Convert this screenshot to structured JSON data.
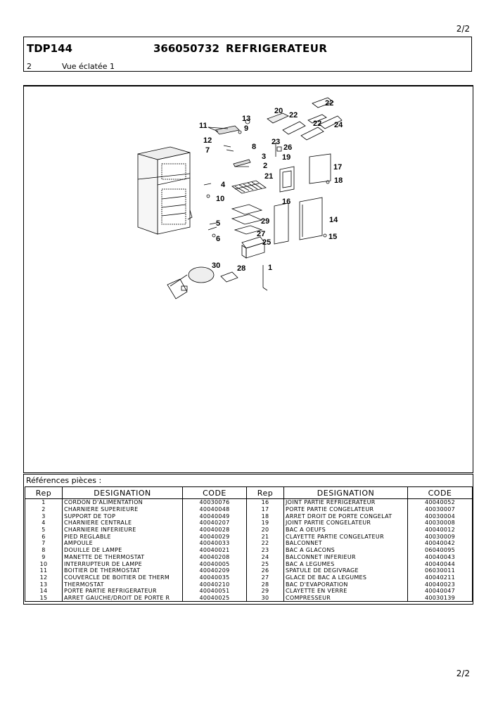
{
  "page": {
    "number_top": "2/2",
    "number_bottom": "2/2"
  },
  "header": {
    "model": "TDP144",
    "code": "366050732",
    "product": "REFRIGERATEUR",
    "index": "2",
    "view_title": "Vue éclatée 1"
  },
  "diagram": {
    "callouts": [
      "22",
      "20",
      "22",
      "13",
      "11",
      "9",
      "22",
      "24",
      "12",
      "23",
      "8",
      "26",
      "7",
      "3",
      "19",
      "17",
      "2",
      "21",
      "4",
      "18",
      "10",
      "16",
      "14",
      "5",
      "29",
      "15",
      "6",
      "27",
      "25",
      "30",
      "28",
      "1"
    ]
  },
  "references": {
    "title": "Références pièces  :",
    "headers": {
      "rep": "Rep",
      "designation": "DESIGNATION",
      "code": "CODE"
    },
    "rows": [
      {
        "rep1": "1",
        "des1": "CORDON D'ALIMENTATION",
        "code1": "40030076",
        "rep2": "16",
        "des2": "JOINT PARTIE REFRIGERATEUR",
        "code2": "40040052"
      },
      {
        "rep1": "2",
        "des1": "CHARNIERE SUPERIEURE",
        "code1": "40040048",
        "rep2": "17",
        "des2": "PORTE PARTIE CONGELATEUR",
        "code2": "40030007"
      },
      {
        "rep1": "3",
        "des1": "SUPPORT DE TOP",
        "code1": "40040049",
        "rep2": "18",
        "des2": "ARRET DROIT DE PORTE CONGELAT",
        "code2": "40030004"
      },
      {
        "rep1": "4",
        "des1": "CHARNIERE CENTRALE",
        "code1": "40040207",
        "rep2": "19",
        "des2": "JOINT PARTIE CONGELATEUR",
        "code2": "40030008"
      },
      {
        "rep1": "5",
        "des1": "CHARNIERE INFERIEURE",
        "code1": "40040028",
        "rep2": "20",
        "des2": "BAC A OEUFS",
        "code2": "40040012"
      },
      {
        "rep1": "6",
        "des1": "PIED REGLABLE",
        "code1": "40040029",
        "rep2": "21",
        "des2": "CLAYETTE PARTIE CONGELATEUR",
        "code2": "40030009"
      },
      {
        "rep1": "7",
        "des1": "AMPOULE",
        "code1": "40040033",
        "rep2": "22",
        "des2": "BALCONNET",
        "code2": "40040042"
      },
      {
        "rep1": "8",
        "des1": "DOUILLE DE LAMPE",
        "code1": "40040021",
        "rep2": "23",
        "des2": "BAC A GLACONS",
        "code2": "06040095"
      },
      {
        "rep1": "9",
        "des1": "MANETTE DE THERMOSTAT",
        "code1": "40040208",
        "rep2": "24",
        "des2": "BALCONNET INFERIEUR",
        "code2": "40040043"
      },
      {
        "rep1": "10",
        "des1": "INTERRUPTEUR  DE LAMPE",
        "code1": "40040005",
        "rep2": "25",
        "des2": "BAC A LEGUMES",
        "code2": "40040044"
      },
      {
        "rep1": "11",
        "des1": "BOITIER DE THERMOSTAT",
        "code1": "40040209",
        "rep2": "26",
        "des2": "SPATULE DE DEGIVRAGE",
        "code2": "06030011"
      },
      {
        "rep1": "12",
        "des1": "COUVERCLE DE BOITIER DE THERM",
        "code1": "40040035",
        "rep2": "27",
        "des2": "GLACE DE BAC A LEGUMES",
        "code2": "40040211"
      },
      {
        "rep1": "13",
        "des1": "THERMOSTAT",
        "code1": "40040210",
        "rep2": "28",
        "des2": "BAC D'EVAPORATION",
        "code2": "40040023"
      },
      {
        "rep1": "14",
        "des1": "PORTE PARTIE REFRIGERATEUR",
        "code1": "40040051",
        "rep2": "29",
        "des2": "CLAYETTE EN VERRE",
        "code2": "40040047"
      },
      {
        "rep1": "15",
        "des1": "ARRET GAUCHE/DROIT DE PORTE R",
        "code1": "40040025",
        "rep2": "30",
        "des2": "COMPRESSEUR",
        "code2": "40030139"
      }
    ]
  }
}
